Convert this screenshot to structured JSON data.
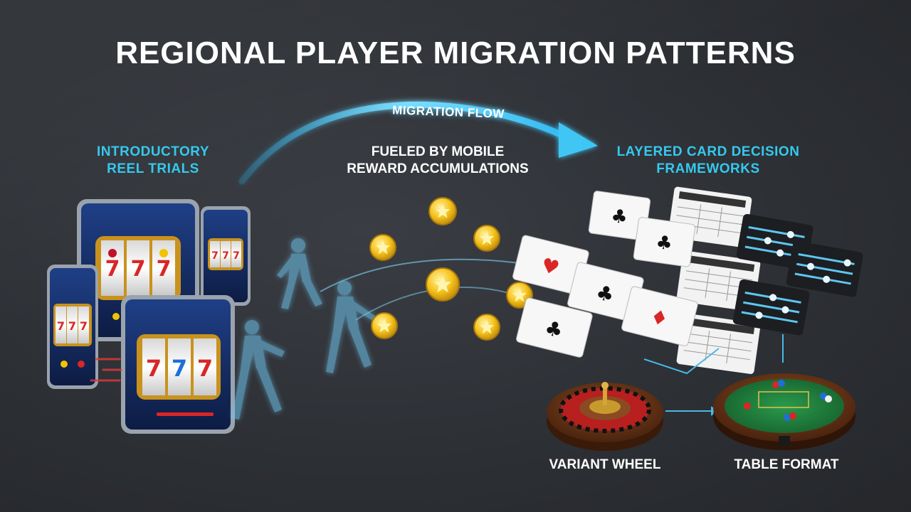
{
  "title": "REGIONAL PLAYER MIGRATION PATTERNS",
  "flow_label": "MIGRATION FLOW",
  "stages": {
    "intro": {
      "line1": "INTRODUCTORY",
      "line2": "REEL TRIALS"
    },
    "fuel": {
      "line1": "FUELED BY MOBILE",
      "line2": "REWARD ACCUMULATIONS"
    },
    "layered": {
      "line1": "LAYERED CARD DECISION",
      "line2": "FRAMEWORKS"
    },
    "wheel": "VARIANT WHEEL",
    "table": "TABLE FORMAT"
  },
  "colors": {
    "accent": "#35c9ee",
    "coin": "#f5c21b",
    "felt": "#1f7a3c",
    "card_red": "#d92626"
  },
  "icons": [
    "slot-reel-icon",
    "coin-star-icon",
    "playing-card-icon",
    "roulette-wheel-icon",
    "poker-table-icon",
    "runner-silhouette-icon"
  ]
}
